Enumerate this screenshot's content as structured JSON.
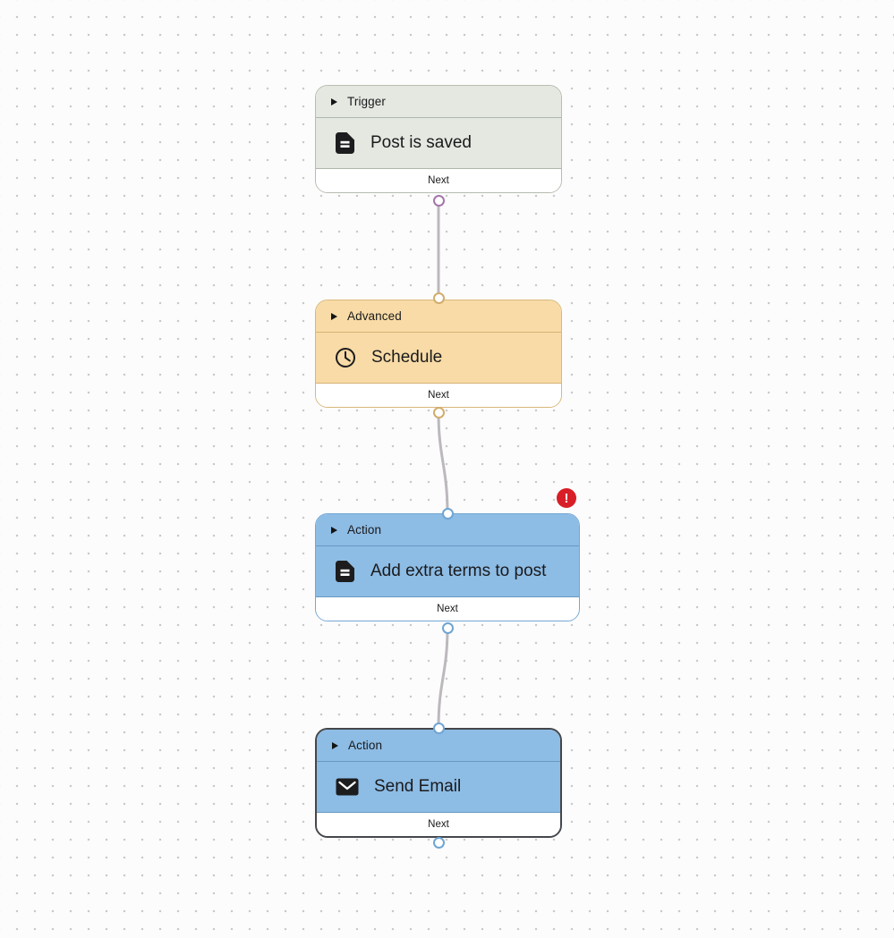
{
  "canvas": {
    "background_color": "#fcfcfc",
    "grid_dot_color": "#c9c9c9",
    "edge_color": "#bcb8bd"
  },
  "nodes": [
    {
      "category_label": "Trigger",
      "title": "Post is saved",
      "icon": "document-icon",
      "footer_label": "Next",
      "body_color": "#e4e8e1",
      "border_color": "#b6bdb0",
      "port_color": "#a674ad",
      "selected": false,
      "has_error": false
    },
    {
      "category_label": "Advanced",
      "title": "Schedule",
      "icon": "clock-icon",
      "footer_label": "Next",
      "body_color": "#f8dba6",
      "border_color": "#d8b87b",
      "port_color": "#d2ac6c",
      "selected": false,
      "has_error": false
    },
    {
      "category_label": "Action",
      "title": "Add extra terms to post",
      "icon": "document-icon",
      "footer_label": "Next",
      "body_color": "#8dbce5",
      "border_color": "#74a7d4",
      "port_color": "#6fa5d3",
      "selected": false,
      "has_error": true
    },
    {
      "category_label": "Action",
      "title": "Send Email",
      "icon": "envelope-icon",
      "footer_label": "Next",
      "body_color": "#8dbce5",
      "border_color": "#44474b",
      "port_color": "#6fa5d3",
      "selected": true,
      "has_error": false
    }
  ],
  "error_badge": {
    "symbol": "!",
    "color": "#d81e26"
  }
}
